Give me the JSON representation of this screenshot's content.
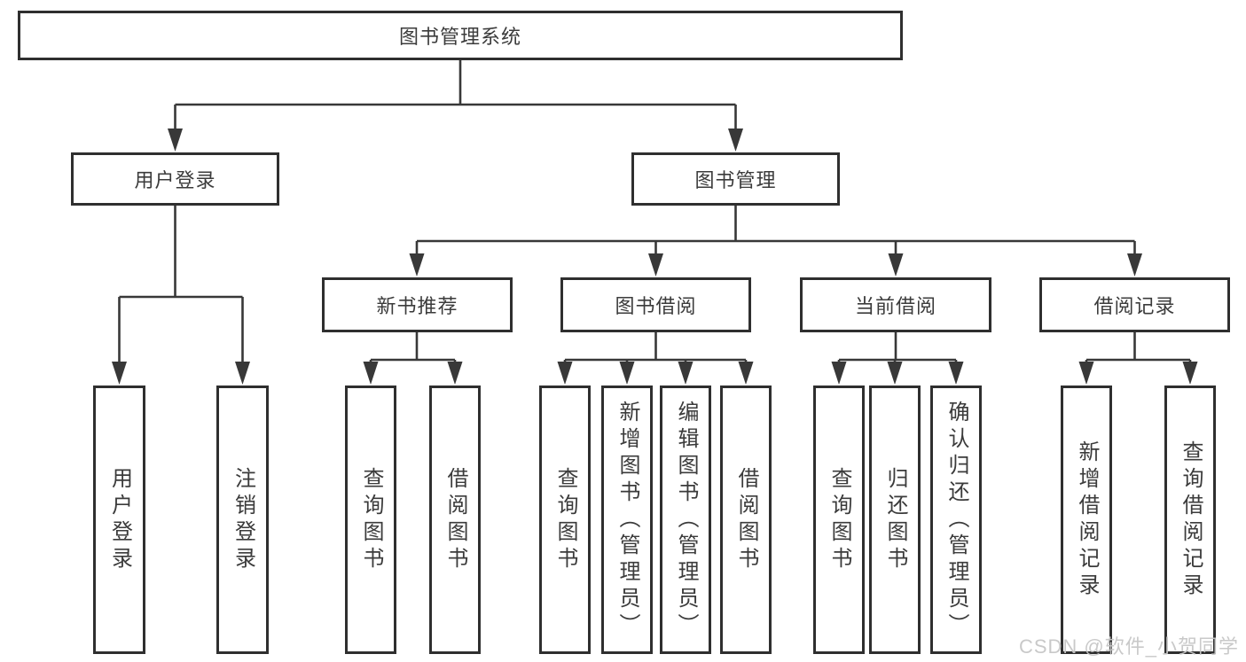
{
  "diagram_title": "图书管理系统",
  "tree": {
    "label": "图书管理系统",
    "children": [
      {
        "label": "用户登录",
        "children": [
          {
            "label": "用户登录"
          },
          {
            "label": "注销登录"
          }
        ]
      },
      {
        "label": "图书管理",
        "children": [
          {
            "label": "新书推荐",
            "children": [
              {
                "label": "查询图书"
              },
              {
                "label": "借阅图书"
              }
            ]
          },
          {
            "label": "图书借阅",
            "children": [
              {
                "label": "查询图书"
              },
              {
                "label": "新增图书（管理员）"
              },
              {
                "label": "编辑图书（管理员）"
              },
              {
                "label": "借阅图书"
              }
            ]
          },
          {
            "label": "当前借阅",
            "children": [
              {
                "label": "查询图书"
              },
              {
                "label": "归还图书"
              },
              {
                "label": "确认归还（管理员）"
              }
            ]
          },
          {
            "label": "借阅记录",
            "children": [
              {
                "label": "新增借阅记录"
              },
              {
                "label": "查询借阅记录"
              }
            ]
          }
        ]
      }
    ]
  },
  "watermark": {
    "text": "CSDN @软件_小贺同学"
  },
  "colors": {
    "background": "#ffffff",
    "box_border": "#2f2f2f",
    "line": "#383838",
    "text": "#3b3b3b",
    "watermark_text": "#c6c6c6"
  }
}
